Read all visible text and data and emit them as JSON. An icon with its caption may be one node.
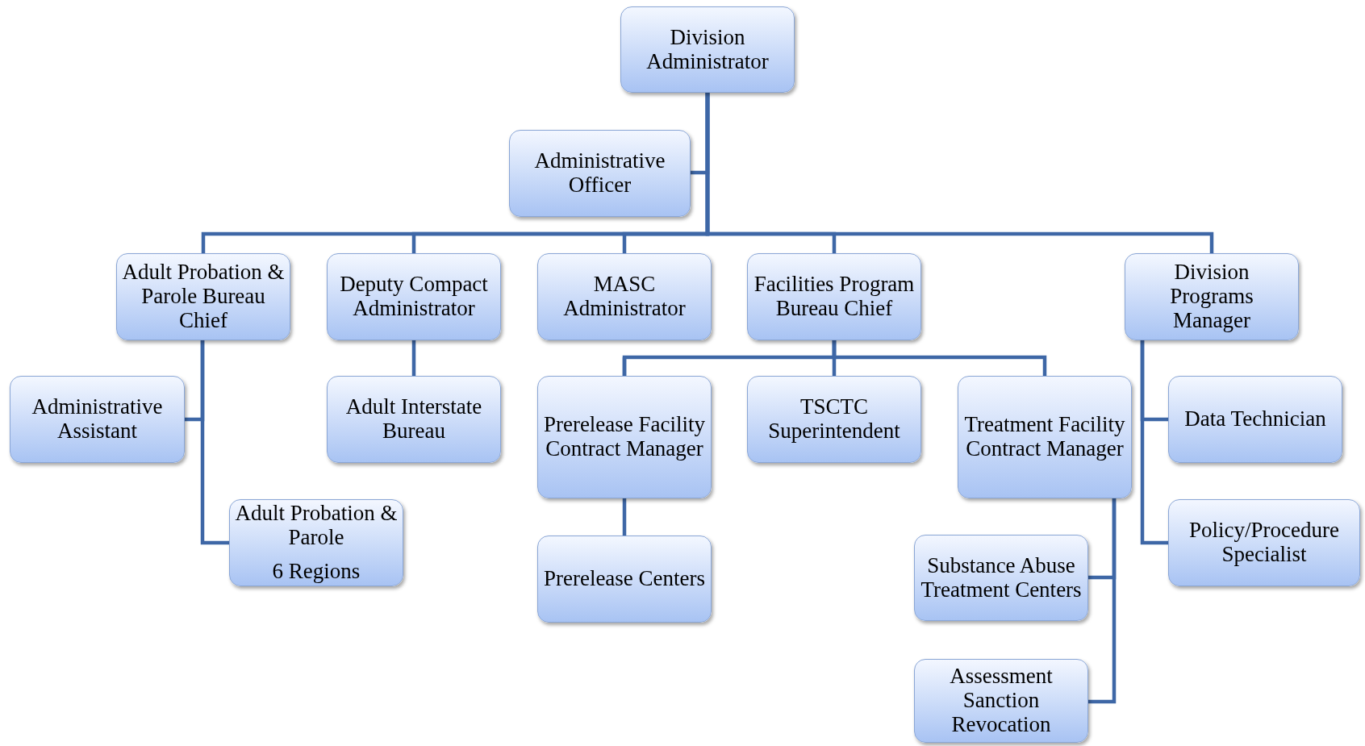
{
  "diagram": {
    "nodes": [
      {
        "text": [
          "Division Administrator"
        ]
      },
      {
        "text": [
          "Administrative Officer"
        ]
      },
      {
        "text": [
          "Adult Probation & Parole Bureau Chief"
        ]
      },
      {
        "text": [
          "Deputy Compact Administrator"
        ]
      },
      {
        "text": [
          "MASC Administrator"
        ]
      },
      {
        "text": [
          "Facilities Program Bureau Chief"
        ]
      },
      {
        "text": [
          "Division Programs Manager"
        ]
      },
      {
        "text": [
          "Administrative Assistant"
        ]
      },
      {
        "text": [
          "Adult Probation & Parole",
          "6 Regions"
        ]
      },
      {
        "text": [
          "Adult Interstate Bureau"
        ]
      },
      {
        "text": [
          "Prerelease Facility Contract Manager"
        ]
      },
      {
        "text": [
          "TSCTC Superintendent"
        ]
      },
      {
        "text": [
          "Treatment Facility Contract Manager"
        ]
      },
      {
        "text": [
          "Data Technician"
        ]
      },
      {
        "text": [
          "Prerelease Centers"
        ]
      },
      {
        "text": [
          "Substance Abuse Treatment Centers"
        ]
      },
      {
        "text": [
          "Policy/Procedure Specialist"
        ]
      },
      {
        "text": [
          "Assessment Sanction Revocation"
        ]
      }
    ],
    "edges": [
      {
        "from": 0,
        "to": 1,
        "arrow": "none"
      },
      {
        "from": 0,
        "to": 2,
        "arrow": "none"
      },
      {
        "from": 0,
        "to": 3,
        "arrow": "none"
      },
      {
        "from": 0,
        "to": 4,
        "arrow": "none"
      },
      {
        "from": 0,
        "to": 5,
        "arrow": "none"
      },
      {
        "from": 0,
        "to": 6,
        "arrow": "none"
      },
      {
        "from": 2,
        "to": 7,
        "arrow": "none"
      },
      {
        "from": 2,
        "to": 8,
        "arrow": "none"
      },
      {
        "from": 3,
        "to": 9,
        "arrow": "none"
      },
      {
        "from": 5,
        "to": 10,
        "arrow": "none"
      },
      {
        "from": 5,
        "to": 11,
        "arrow": "none"
      },
      {
        "from": 5,
        "to": 12,
        "arrow": "none"
      },
      {
        "from": 10,
        "to": 14,
        "arrow": "none"
      },
      {
        "from": 12,
        "to": 15,
        "arrow": "none"
      },
      {
        "from": 12,
        "to": 17,
        "arrow": "none"
      },
      {
        "from": 6,
        "to": 13,
        "arrow": "none"
      },
      {
        "from": 6,
        "to": 16,
        "arrow": "none"
      }
    ]
  }
}
